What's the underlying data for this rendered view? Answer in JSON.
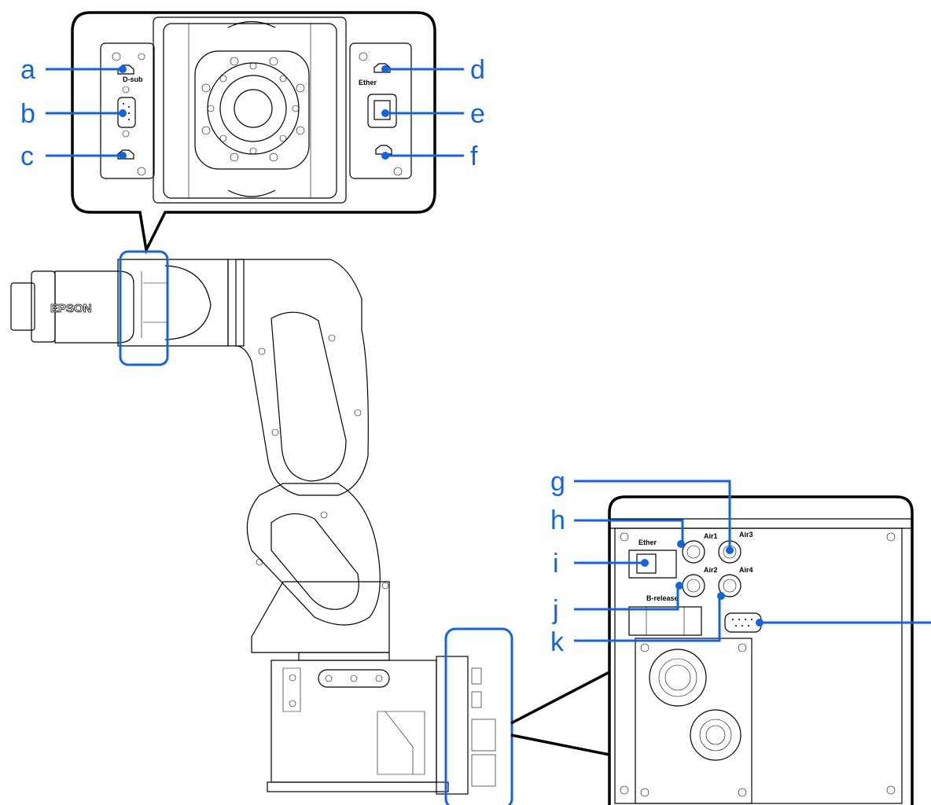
{
  "labels": {
    "a": "a",
    "b": "b",
    "c": "c",
    "d": "d",
    "e": "e",
    "f": "f",
    "g": "g",
    "h": "h",
    "i": "i",
    "j": "j",
    "k": "k"
  },
  "top_panel": {
    "dsub": "D-sub",
    "ether": "Ether"
  },
  "bottom_panel": {
    "ether": "Ether",
    "air1": "Air1",
    "air2": "Air2",
    "air3": "Air3",
    "air4": "Air4",
    "brelease": "B-release"
  },
  "arm": {
    "brand": "EPSON"
  },
  "colors": {
    "accent": "#1565d8",
    "outline": "#000000"
  }
}
